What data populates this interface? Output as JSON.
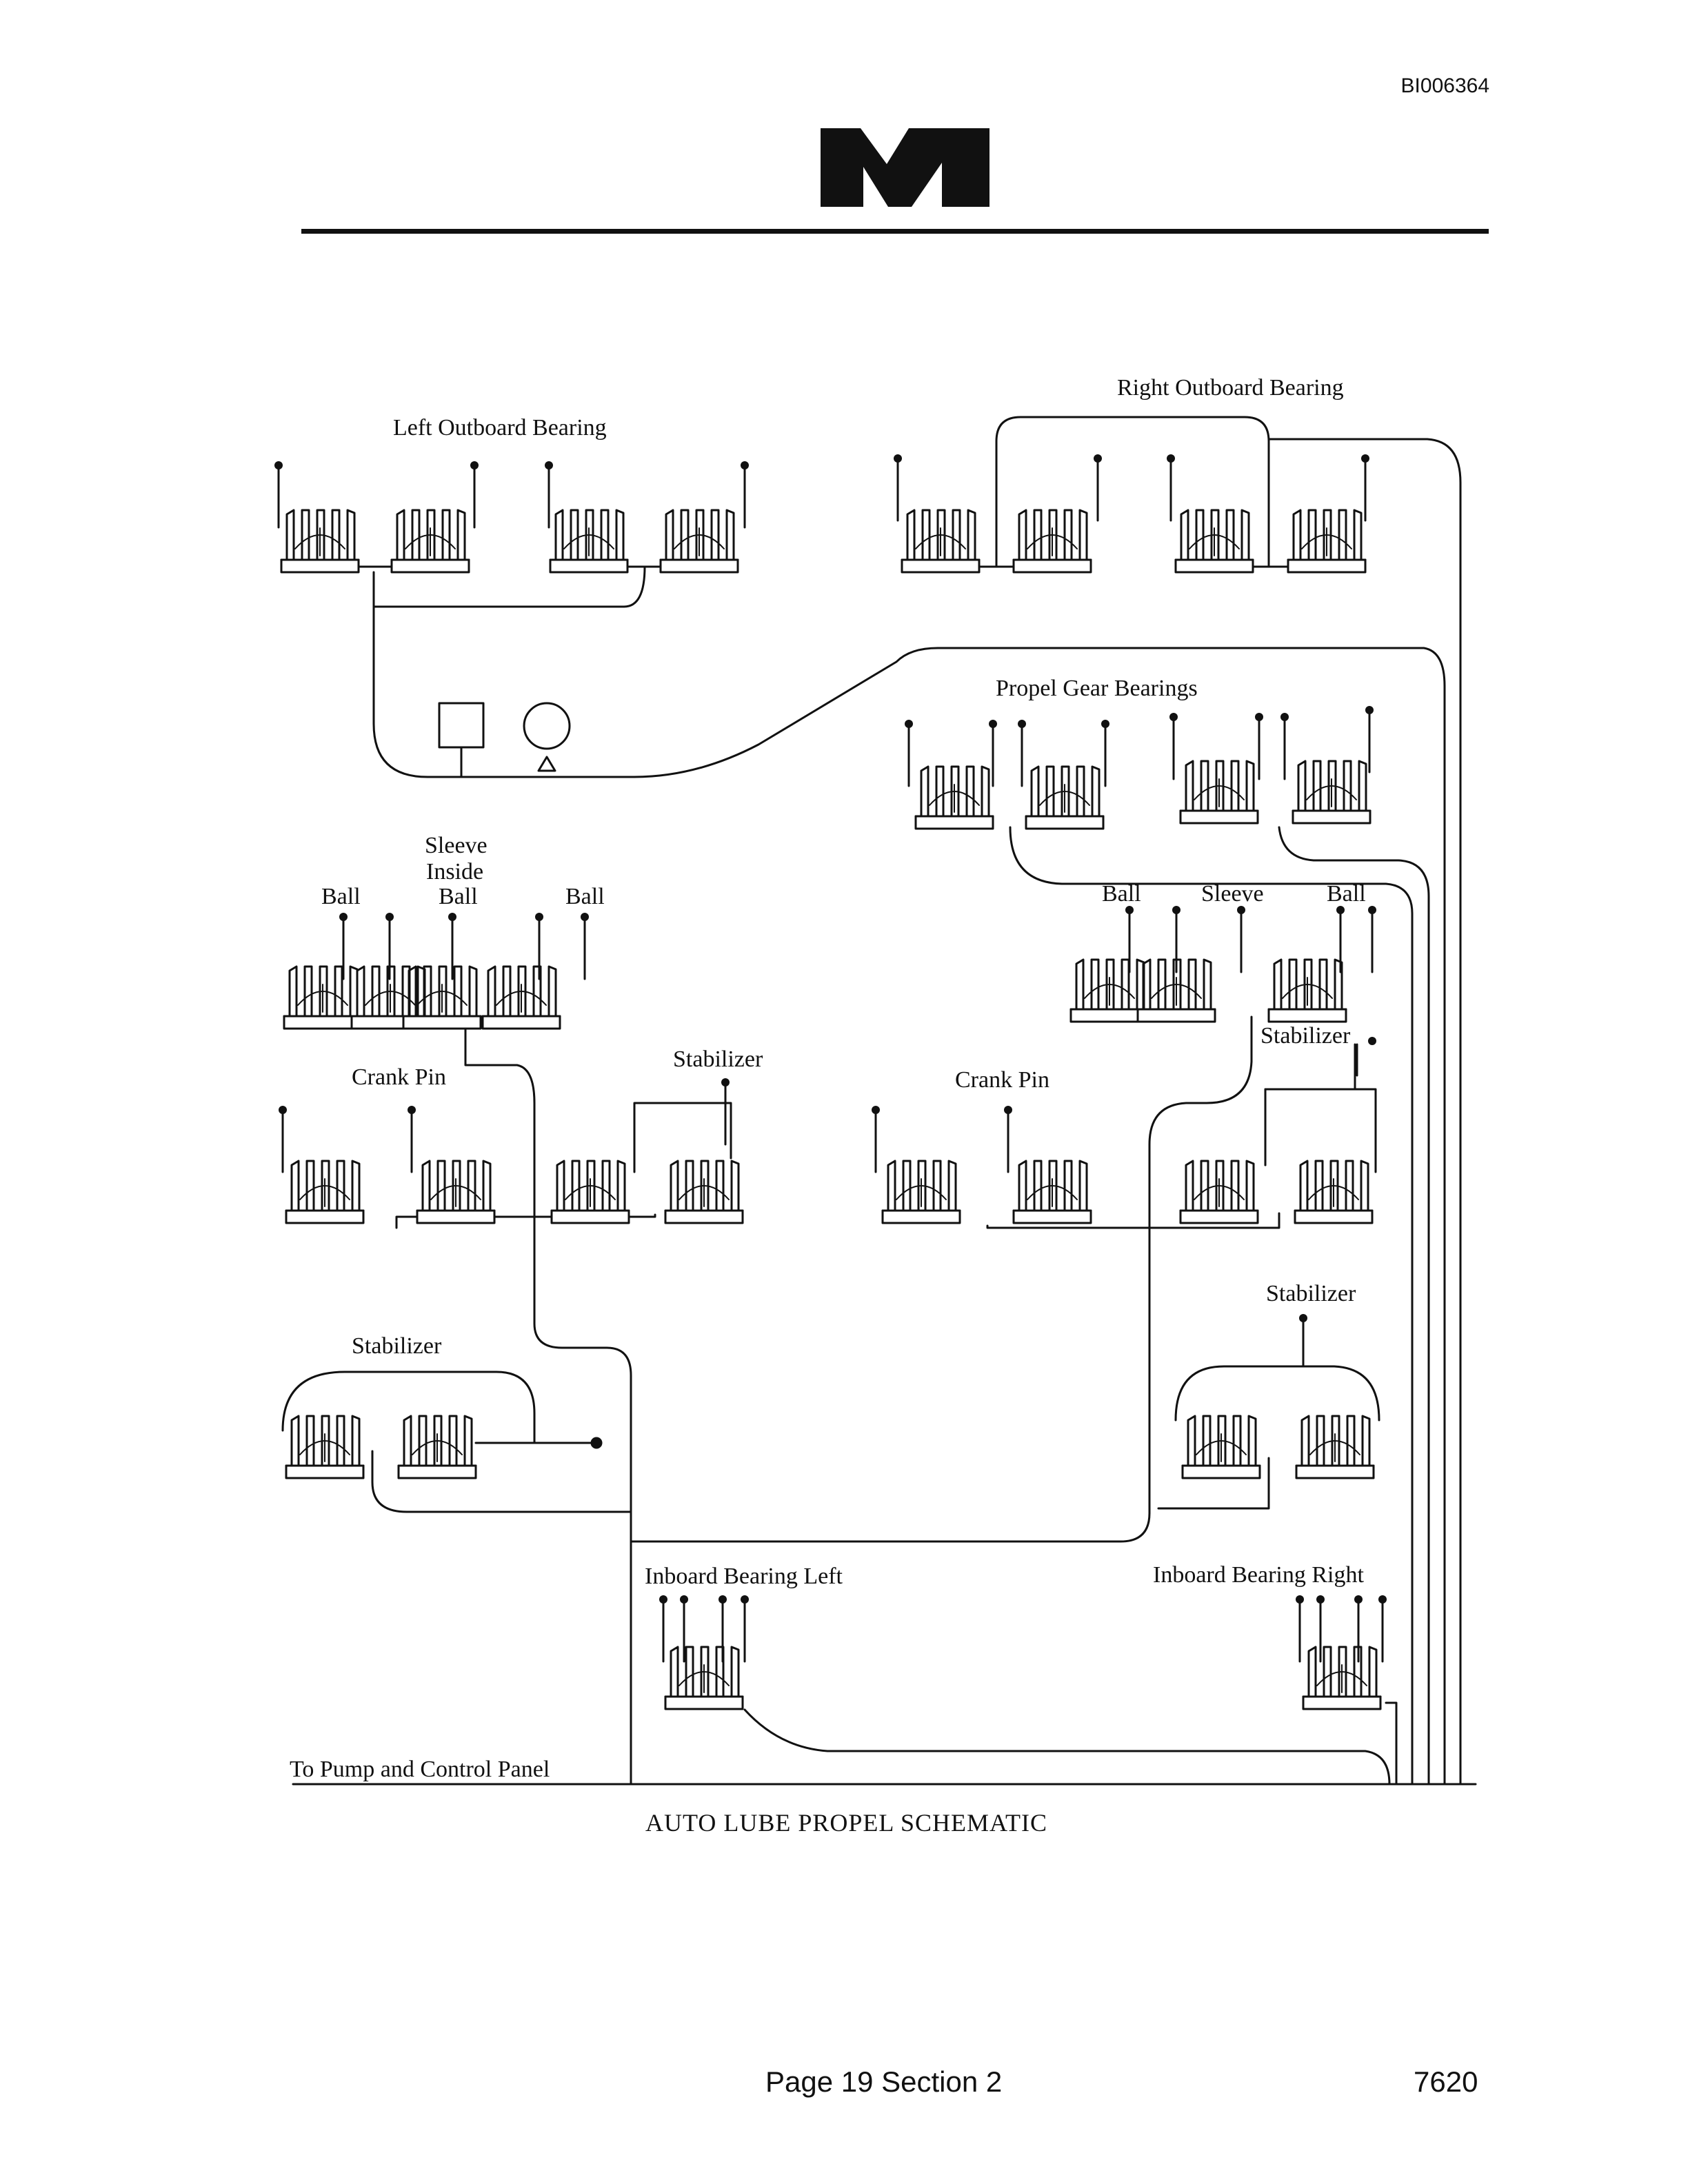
{
  "header": {
    "doc_id": "BI006364"
  },
  "diagram": {
    "labels": {
      "left_outboard": "Left Outboard Bearing",
      "right_outboard": "Right Outboard Bearing",
      "propel_gear": "Propel Gear Bearings",
      "sleeve": "Sleeve",
      "inside": "Inside",
      "ball_left": "Ball",
      "ball_inside": "Ball",
      "ball_right": "Ball",
      "r_ball_left": "Ball",
      "r_sleeve": "Sleeve",
      "r_ball_right": "Ball",
      "stabilizer_mid_left": "Stabilizer",
      "stabilizer_right_upper": "Stabilizer",
      "crank_pin_left": "Crank Pin",
      "crank_pin_right": "Crank Pin",
      "stabilizer_right_lower": "Stabilizer",
      "stabilizer_left_lower": "Stabilizer",
      "inboard_left": "Inboard Bearing Left",
      "inboard_right": "Inboard Bearing Right",
      "pump_panel": "To Pump and Control Panel"
    },
    "caption": "AUTO LUBE PROPEL SCHEMATIC"
  },
  "footer": {
    "page": "Page 19 Section 2",
    "doc_number": "7620"
  },
  "colors": {
    "ink": "#111111",
    "paper": "#ffffff"
  }
}
